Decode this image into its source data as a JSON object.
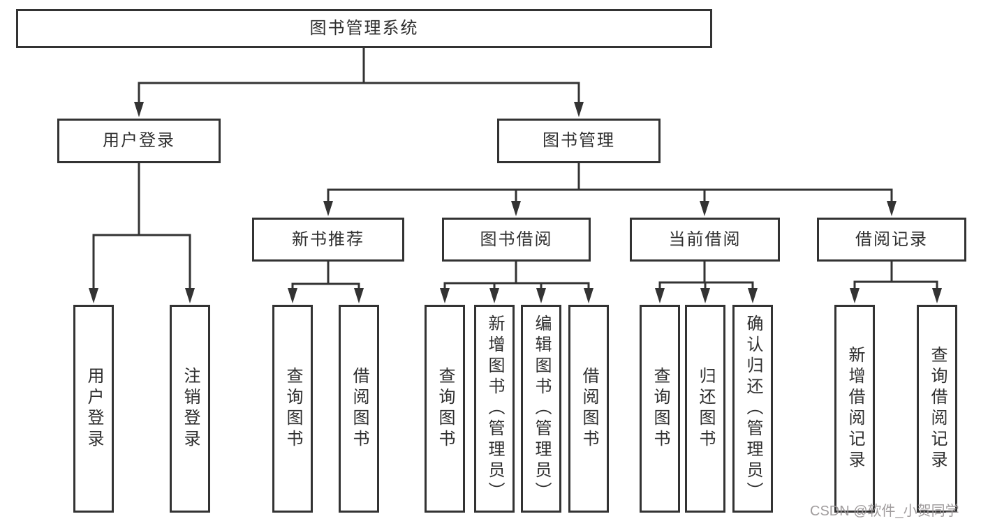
{
  "diagram": {
    "colors": {
      "line": "#333333",
      "box_border": "#333333",
      "box_background": "#ffffff",
      "text": "#2f2f2f",
      "watermark_text": "#9b9798"
    },
    "tree": {
      "label": "图书管理系统",
      "children": [
        {
          "label": "用户登录",
          "children": [
            {
              "label": "用户登录"
            },
            {
              "label": "注销登录"
            }
          ]
        },
        {
          "label": "图书管理",
          "children": [
            {
              "label": "新书推荐",
              "children": [
                {
                  "label": "查询图书"
                },
                {
                  "label": "借阅图书"
                }
              ]
            },
            {
              "label": "图书借阅",
              "children": [
                {
                  "label": "查询图书"
                },
                {
                  "label": "新增图书（管理员）"
                },
                {
                  "label": "编辑图书（管理员）"
                },
                {
                  "label": "借阅图书"
                }
              ]
            },
            {
              "label": "当前借阅",
              "children": [
                {
                  "label": "查询图书"
                },
                {
                  "label": "归还图书"
                },
                {
                  "label": "确认归还（管理员）"
                }
              ]
            },
            {
              "label": "借阅记录",
              "children": [
                {
                  "label": "新增借阅记录"
                },
                {
                  "label": "查询借阅记录"
                }
              ]
            }
          ]
        }
      ]
    },
    "watermark": {
      "text": "CSDN @软件_小贺同学"
    }
  }
}
